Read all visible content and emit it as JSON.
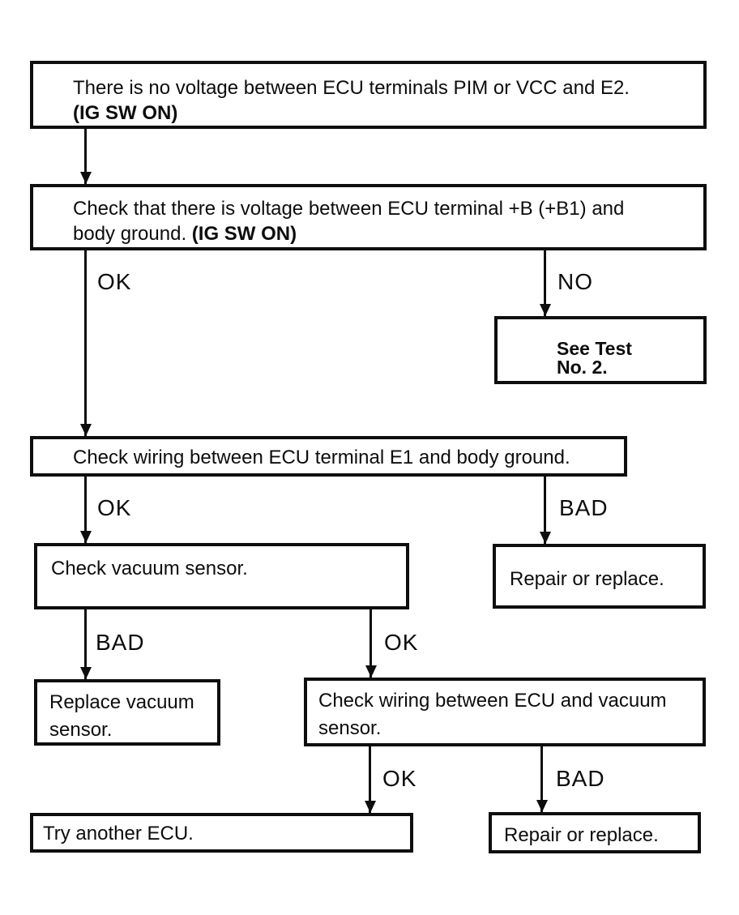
{
  "colors": {
    "ink": "#0d0d0d",
    "background": "#ffffff"
  },
  "nodes": {
    "problem": {
      "line1": "There is no voltage between ECU terminals PIM or VCC and E2.",
      "condition": "(IG SW ON)"
    },
    "check_power": {
      "line1": "Check that there is voltage between ECU terminal +B (+B1) and",
      "line2": "body ground.",
      "condition": "(IG SW ON)"
    },
    "see_test": {
      "line1": "See Test",
      "line2": "No. 2."
    },
    "check_e1_wiring": {
      "text": "Check wiring between ECU terminal E1 and body ground."
    },
    "check_vacuum_sensor": {
      "text": "Check vacuum sensor."
    },
    "repair_or_replace_1": {
      "text": "Repair or replace."
    },
    "replace_vacuum_sensor": {
      "line1": "Replace vacuum",
      "line2": "sensor."
    },
    "check_ecu_vacuum_wiring": {
      "line1": "Check wiring between ECU and vacuum",
      "line2": "sensor."
    },
    "try_another_ecu": {
      "text": "Try another ECU."
    },
    "repair_or_replace_2": {
      "text": "Repair or replace."
    }
  },
  "branch_labels": {
    "power_ok": "OK",
    "power_no": "NO",
    "e1_ok": "OK",
    "e1_bad": "BAD",
    "vacuum_bad": "BAD",
    "vacuum_ok": "OK",
    "wiring_ok": "OK",
    "wiring_bad": "BAD"
  }
}
